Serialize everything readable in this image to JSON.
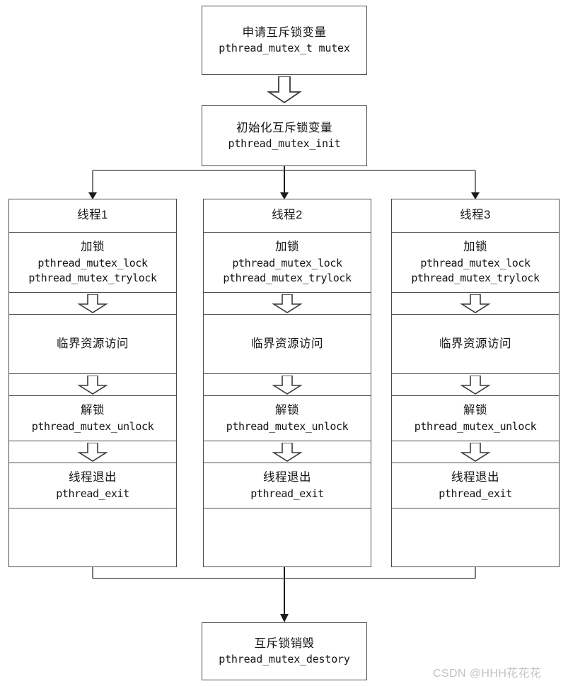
{
  "diagram": {
    "title": "pthread mutex usage flowchart",
    "background_color": "#ffffff",
    "line_color": "#4c4c4c",
    "text_color": "#141414",
    "arrow_style": "hollow-block-arrow"
  },
  "nodes": {
    "allocate": {
      "cn": "申请互斥锁变量",
      "code": "pthread_mutex_t mutex"
    },
    "initialize": {
      "cn": "初始化互斥锁变量",
      "code": "pthread_mutex_init"
    },
    "destroy": {
      "cn": "互斥锁销毁",
      "code": "pthread_mutex_destory"
    }
  },
  "threads": [
    {
      "header": "线程1",
      "lock": {
        "cn": "加锁",
        "code1": "pthread_mutex_lock",
        "code2": "pthread_mutex_trylock"
      },
      "critical": {
        "cn": "临界资源访问"
      },
      "unlock": {
        "cn": "解锁",
        "code": "pthread_mutex_unlock"
      },
      "exit": {
        "cn": "线程退出",
        "code": "pthread_exit"
      }
    },
    {
      "header": "线程2",
      "lock": {
        "cn": "加锁",
        "code1": "pthread_mutex_lock",
        "code2": "pthread_mutex_trylock"
      },
      "critical": {
        "cn": "临界资源访问"
      },
      "unlock": {
        "cn": "解锁",
        "code": "pthread_mutex_unlock"
      },
      "exit": {
        "cn": "线程退出",
        "code": "pthread_exit"
      }
    },
    {
      "header": "线程3",
      "lock": {
        "cn": "加锁",
        "code1": "pthread_mutex_lock",
        "code2": "pthread_mutex_trylock"
      },
      "critical": {
        "cn": "临界资源访问"
      },
      "unlock": {
        "cn": "解锁",
        "code": "pthread_mutex_unlock"
      },
      "exit": {
        "cn": "线程退出",
        "code": "pthread_exit"
      }
    }
  ],
  "watermark": {
    "text": "CSDN @HHH花花花"
  }
}
